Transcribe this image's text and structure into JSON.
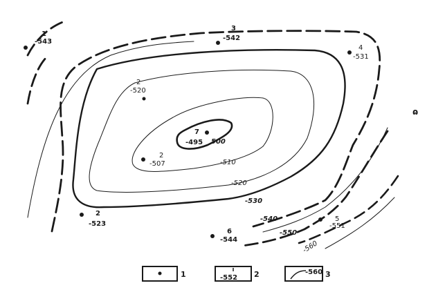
{
  "colors": {
    "ink": "#1a1a1a",
    "background": "#ffffff"
  },
  "wells": [
    {
      "num": "1",
      "value": "-543"
    },
    {
      "num": "3",
      "value": "-542"
    },
    {
      "num": "4",
      "value": "-531"
    },
    {
      "num": "2",
      "value": "-520"
    },
    {
      "num": "7",
      "value": "-495"
    },
    {
      "num": "2",
      "value": "-507"
    },
    {
      "num": "2",
      "value": "-523"
    },
    {
      "num": "5",
      "value": "-551"
    },
    {
      "num": "6",
      "value": "-544"
    }
  ],
  "contours": {
    "c500": "500",
    "c510": "-510",
    "c520": "-520",
    "c530": "-530",
    "c540": "-540",
    "c550": "-550",
    "c560": "-560"
  },
  "legend": {
    "item1_label": "1",
    "item2_label": "2",
    "item2_value": "-552",
    "item3_label": "3",
    "item3_value": "-560"
  },
  "side_mark": "ɷ"
}
